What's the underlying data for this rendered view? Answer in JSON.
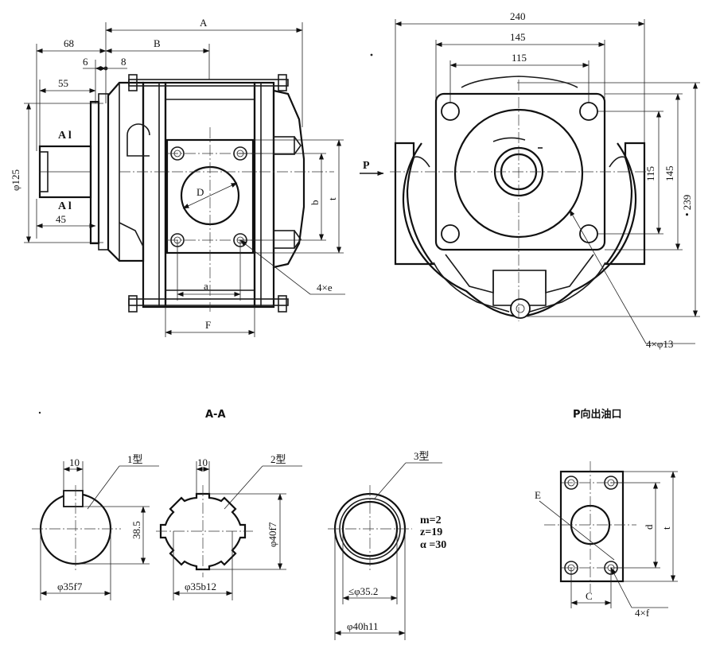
{
  "side_view": {
    "dim_A": "A",
    "dim_B": "B",
    "dim_68": "68",
    "dim_6": "6",
    "dim_8": "8",
    "dim_55": "55",
    "dim_45": "45",
    "dim_phi125": "φ125",
    "section_label_top": "A l",
    "section_label_bottom": "A l",
    "dim_D": "D",
    "dim_a": "a",
    "dim_F": "F",
    "dim_b": "b",
    "dim_t": "t",
    "holes": "4×e"
  },
  "front_view": {
    "arrow_label": "P",
    "dim_240": "240",
    "dim_145_top": "145",
    "dim_115_top": "115",
    "dim_115_right": "115",
    "dim_145_right": "145",
    "dim_239": "• 239",
    "holes": "4×φ13"
  },
  "section_title": "A-A",
  "shaft_types": {
    "type1": {
      "label": "1型",
      "width": "10",
      "height": "38.5",
      "diameter": "φ35f7"
    },
    "type2": {
      "label": "2型",
      "width": "10",
      "outer": "φ40f7",
      "diameter": "φ35b12"
    },
    "type3": {
      "label": "3型",
      "m": "m=2",
      "z": "z=19",
      "alpha": "α =30",
      "inner": "≤φ35.2",
      "diameter": "φ40h11"
    }
  },
  "port_view": {
    "title": "P向出油口",
    "dim_E": "E",
    "dim_d": "d",
    "dim_t": "t",
    "dim_C": "C",
    "holes": "4×f"
  }
}
